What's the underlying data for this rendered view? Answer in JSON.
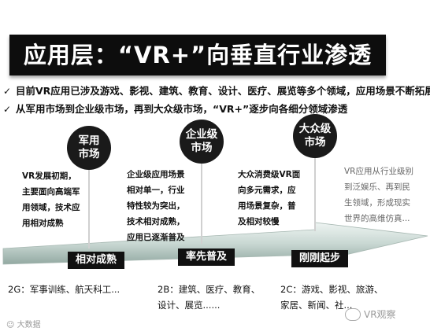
{
  "title": "应用层：“VR+”向垂直行业渗透",
  "bullets": [
    {
      "mark": "✓",
      "text": "目前VR应用已涉及游戏、影视、建筑、教育、设计、医疗、展览等多个领域，应用场景不断拓展"
    },
    {
      "mark": "✓",
      "text": "从军用市场到企业级市场，再到大众级市场，“VR+”逐步向各细分领域渗透"
    }
  ],
  "stages": [
    {
      "circle": [
        "军用",
        "市场"
      ],
      "desc": [
        "VR发展初期，",
        "主要面向高端军",
        "用领域，技术应",
        "用相对成熟"
      ],
      "label": "相对成熟",
      "foot": [
        "2G：军事训练、航天科工..."
      ]
    },
    {
      "circle": [
        "企业级",
        "市场"
      ],
      "desc": [
        "企业级应用场景",
        "相对单一，行业",
        "特性较为突出，",
        "技术相对成熟，",
        "应用已逐渐普及"
      ],
      "label": "率先普及",
      "foot": [
        "2B：建筑、医疗、教育、",
        "设计、展览......"
      ]
    },
    {
      "circle": [
        "大众级",
        "市场"
      ],
      "desc": [
        "大众消费级VR面",
        "向多元需求，应",
        "用场景复杂，普",
        "及相对较慢"
      ],
      "label": "刚刚起步",
      "foot": [
        "2C：游戏、影视、旅游、",
        "家居、新闻、社..."
      ]
    },
    {
      "desc": [
        "VR应用从行业级别",
        "到泛娱乐、再到民",
        "生领域，形成现实",
        "世界的高维仿真..."
      ]
    }
  ],
  "watermarks": {
    "left": "☺ 大数据",
    "right": "VR观察"
  },
  "colors": {
    "arrow_top": "#e6eeec",
    "arrow_bottom": "#9fb3ad",
    "label_bg": "#111111",
    "circle_bg": "#1a1a1a"
  }
}
